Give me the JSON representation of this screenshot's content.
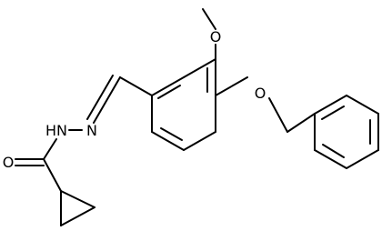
{
  "atoms": {
    "o_methoxy": "O",
    "o_ether": "O",
    "o_carbonyl": "O",
    "n_imine": "N",
    "nh": "HN"
  },
  "colors": {
    "bond": "#000000",
    "background": "#ffffff"
  }
}
